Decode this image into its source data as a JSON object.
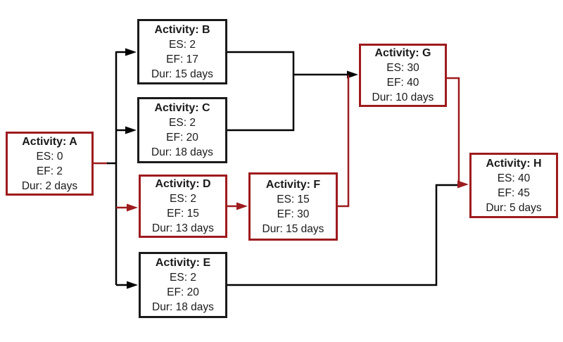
{
  "diagram": {
    "type": "activity-network",
    "colors": {
      "critical": "#9e1b1e",
      "normal": "#000000",
      "background": "#ffffff"
    },
    "nodes": [
      {
        "id": "A",
        "title": "Activity: A",
        "es": "ES: 0",
        "ef": "EF: 2",
        "dur": "Dur: 2 days",
        "critical": true
      },
      {
        "id": "B",
        "title": "Activity: B",
        "es": "ES: 2",
        "ef": "EF: 17",
        "dur": "Dur: 15 days",
        "critical": false
      },
      {
        "id": "C",
        "title": "Activity: C",
        "es": "ES: 2",
        "ef": "EF: 20",
        "dur": "Dur: 18 days",
        "critical": false
      },
      {
        "id": "D",
        "title": "Activity: D",
        "es": "ES: 2",
        "ef": "EF: 15",
        "dur": "Dur: 13 days",
        "critical": true
      },
      {
        "id": "E",
        "title": "Activity: E",
        "es": "ES: 2",
        "ef": "EF: 20",
        "dur": "Dur: 18 days",
        "critical": false
      },
      {
        "id": "F",
        "title": "Activity: F",
        "es": "ES: 15",
        "ef": "EF: 30",
        "dur": "Dur: 15 days",
        "critical": true
      },
      {
        "id": "G",
        "title": "Activity: G",
        "es": "ES: 30",
        "ef": "EF: 40",
        "dur": "Dur: 10 days",
        "critical": true
      },
      {
        "id": "H",
        "title": "Activity: H",
        "es": "ES: 40",
        "ef": "EF: 45",
        "dur": "Dur: 5 days",
        "critical": true
      }
    ],
    "edges": [
      {
        "from": "A",
        "to": "B",
        "critical": false
      },
      {
        "from": "A",
        "to": "C",
        "critical": false
      },
      {
        "from": "A",
        "to": "D",
        "critical": true
      },
      {
        "from": "A",
        "to": "E",
        "critical": false
      },
      {
        "from": "B",
        "to": "G",
        "critical": false
      },
      {
        "from": "C",
        "to": "G",
        "critical": false
      },
      {
        "from": "D",
        "to": "F",
        "critical": true
      },
      {
        "from": "F",
        "to": "G",
        "critical": true
      },
      {
        "from": "G",
        "to": "H",
        "critical": true
      },
      {
        "from": "E",
        "to": "H",
        "critical": false
      }
    ]
  }
}
